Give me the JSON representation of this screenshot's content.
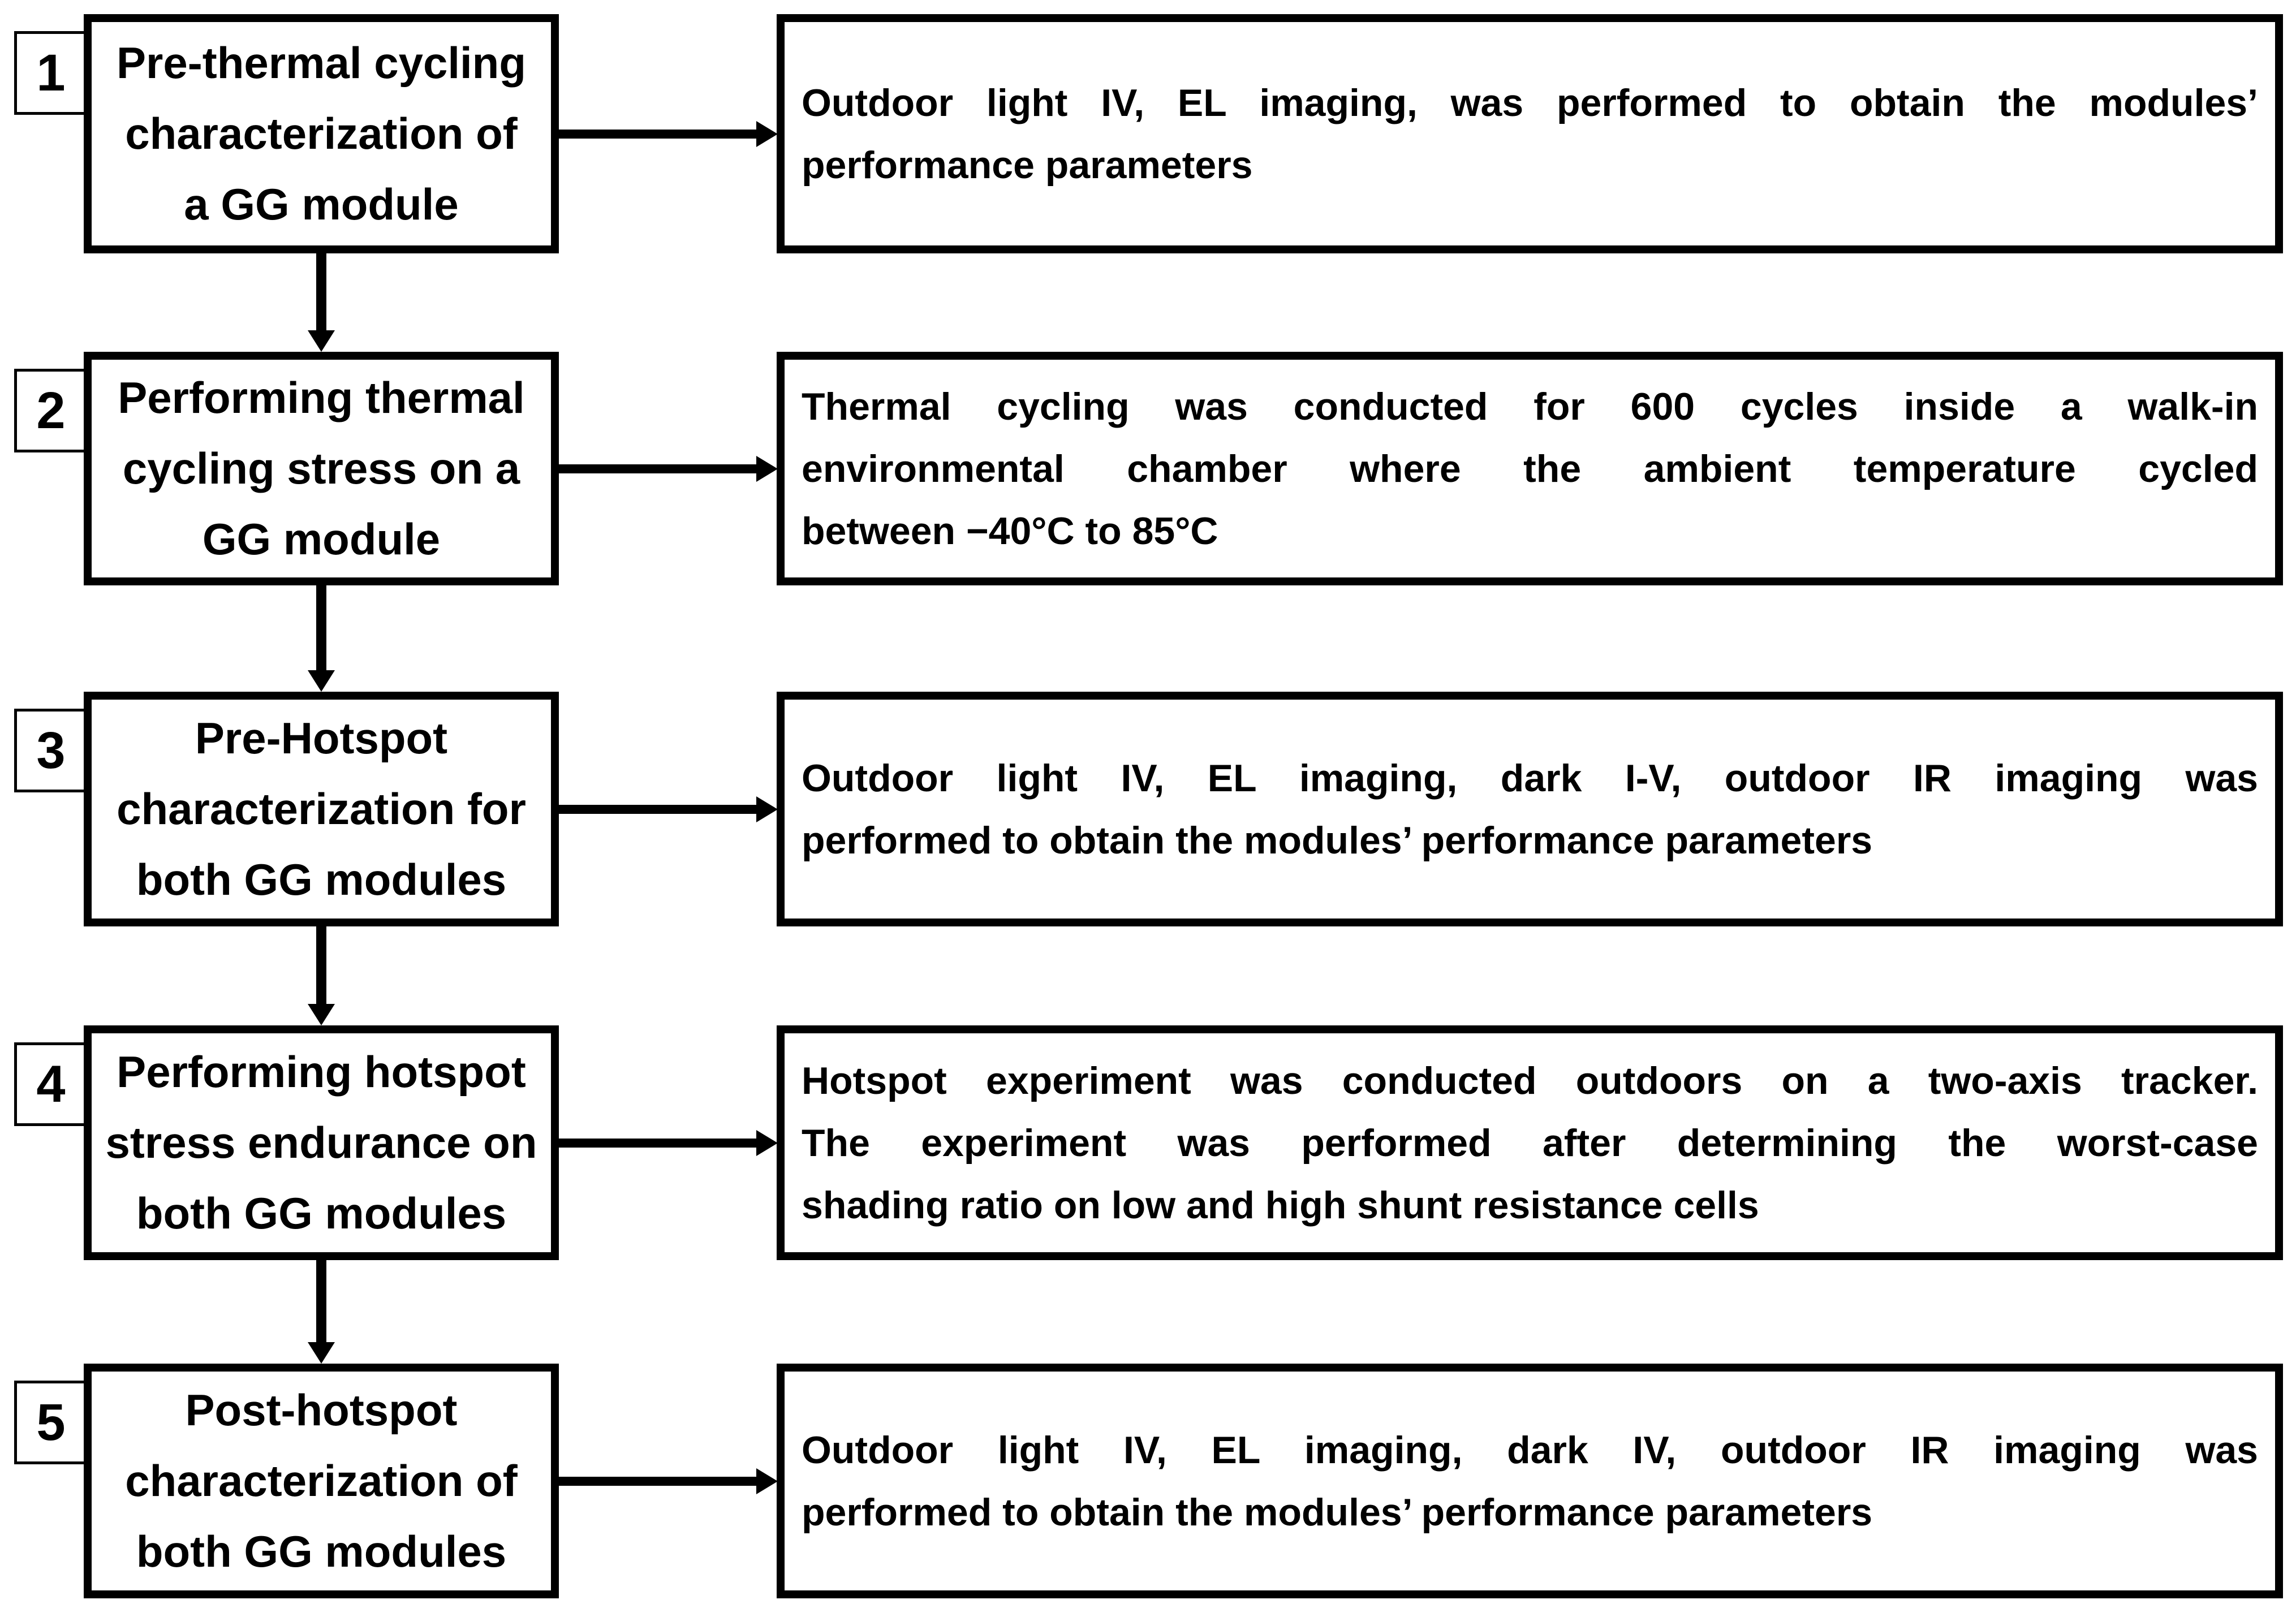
{
  "colors": {
    "ink": "#000000",
    "paper": "#ffffff"
  },
  "flowchart": {
    "steps": [
      {
        "num": "1",
        "title_lines": [
          "Pre-thermal cycling",
          "characterization of",
          "a GG module"
        ],
        "desc_lines": [
          "Outdoor light IV, EL imaging, was performed to obtain the modules’",
          "performance parameters"
        ]
      },
      {
        "num": "2",
        "title_lines": [
          "Performing thermal",
          "cycling stress on a",
          "GG module"
        ],
        "desc_lines": [
          "Thermal cycling was conducted for 600 cycles inside a walk-in",
          "environmental chamber where the ambient temperature cycled",
          "between −40°C to 85°C"
        ]
      },
      {
        "num": "3",
        "title_lines": [
          "Pre-Hotspot",
          "characterization for",
          "both GG modules"
        ],
        "desc_lines": [
          "Outdoor light IV, EL imaging, dark I-V, outdoor IR imaging was",
          "performed to obtain the modules’ performance parameters"
        ]
      },
      {
        "num": "4",
        "title_lines": [
          "Performing hotspot",
          "stress endurance on",
          "both GG modules"
        ],
        "desc_lines": [
          "Hotspot experiment was conducted outdoors on a two-axis tracker.",
          "The experiment was performed after determining the worst-case",
          "shading ratio on low and high shunt resistance cells"
        ]
      },
      {
        "num": "5",
        "title_lines": [
          "Post-hotspot",
          "characterization of",
          "both GG modules"
        ],
        "desc_lines": [
          "Outdoor light IV, EL imaging, dark IV, outdoor IR imaging was",
          "performed to obtain the modules’ performance parameters"
        ]
      }
    ]
  }
}
